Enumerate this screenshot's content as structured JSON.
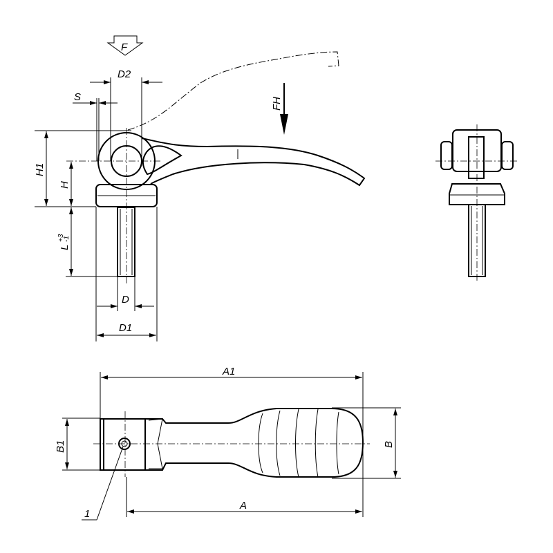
{
  "labels": {
    "F": "F",
    "FH": "FH",
    "D2": "D2",
    "S": "S",
    "H1": "H1",
    "H": "H",
    "L": "L",
    "L_tol_plus": "+3",
    "L_tol_minus": "-1",
    "D": "D",
    "D1": "D1",
    "A1": "A1",
    "A": "A",
    "B1": "B1",
    "B": "B",
    "item_1": "1"
  }
}
